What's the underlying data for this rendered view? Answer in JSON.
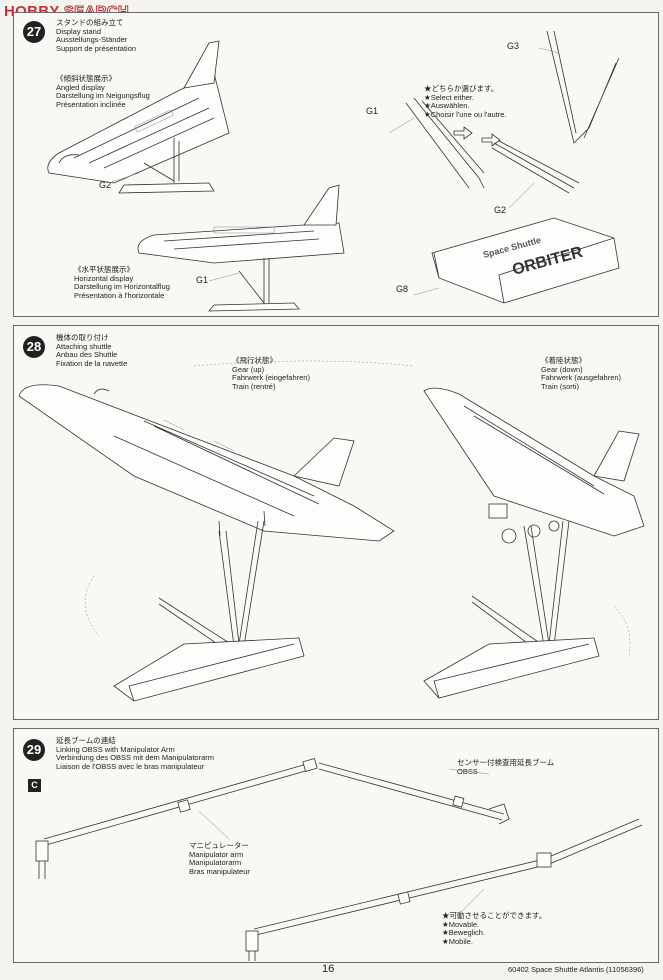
{
  "watermark": {
    "part1": "HOBBY",
    "part2": " SEARCH"
  },
  "step27": {
    "number": "27",
    "title_lines": [
      "スタンドの組み立て",
      "Display stand",
      "Ausstellungs-Ständer",
      "Support de présentation"
    ],
    "angled_lines": [
      "《傾斜状態展示》",
      "Angled display",
      "Darstellung im Neigungsflug",
      "Présentation inclinée"
    ],
    "horizontal_lines": [
      "《水平状態展示》",
      "Horizontal display",
      "Darstellung im Horizontalflug",
      "Présentation à l'horizontale"
    ],
    "select_lines": [
      "★どちらか選びます。",
      "★Select either.",
      "★Auswählen.",
      "★Choisir l'une ou l'autre."
    ],
    "labels": {
      "g1_left": "G1",
      "g2_left": "G2",
      "g1_right": "G1",
      "g2_right": "G2",
      "g3": "G3",
      "g8": "G8"
    },
    "base_text_1": "Space Shuttle",
    "base_text_2": "ORBITER"
  },
  "step28": {
    "number": "28",
    "title_lines": [
      "機体の取り付け",
      "Attaching shuttle",
      "Anbau des Shuttle",
      "Fixation de la navette"
    ],
    "gear_up_lines": [
      "《飛行状態》",
      "Gear (up)",
      "Fahrwerk (eingefahren)",
      "Train (rentré)"
    ],
    "gear_down_lines": [
      "《着陸状態》",
      "Gear (down)",
      "Fahrwerk (ausgefahren)",
      "Train (sorti)"
    ]
  },
  "step29": {
    "number": "29",
    "title_lines": [
      "延長ブームの連結",
      "Linking OBSS with Manipulator Arm",
      "Verbindung des OBSS mit dem Manipulatorarm",
      "Liaison de l'OBSS avec le bras manipulateur"
    ],
    "part_letter": "C",
    "obss_lines": [
      "センサー付検査用延長ブーム",
      "OBSS"
    ],
    "arm_lines": [
      "マニピュレーター",
      "Manipulator arm",
      "Manipulatorarm",
      "Bras manipulateur"
    ],
    "movable_lines": [
      "★可動させることができます。",
      "★Movable.",
      "★Beweglich.",
      "★Mobile."
    ]
  },
  "footer": {
    "page": "16",
    "code": "60402  Space Shuttle Atlantis (11056396)"
  }
}
